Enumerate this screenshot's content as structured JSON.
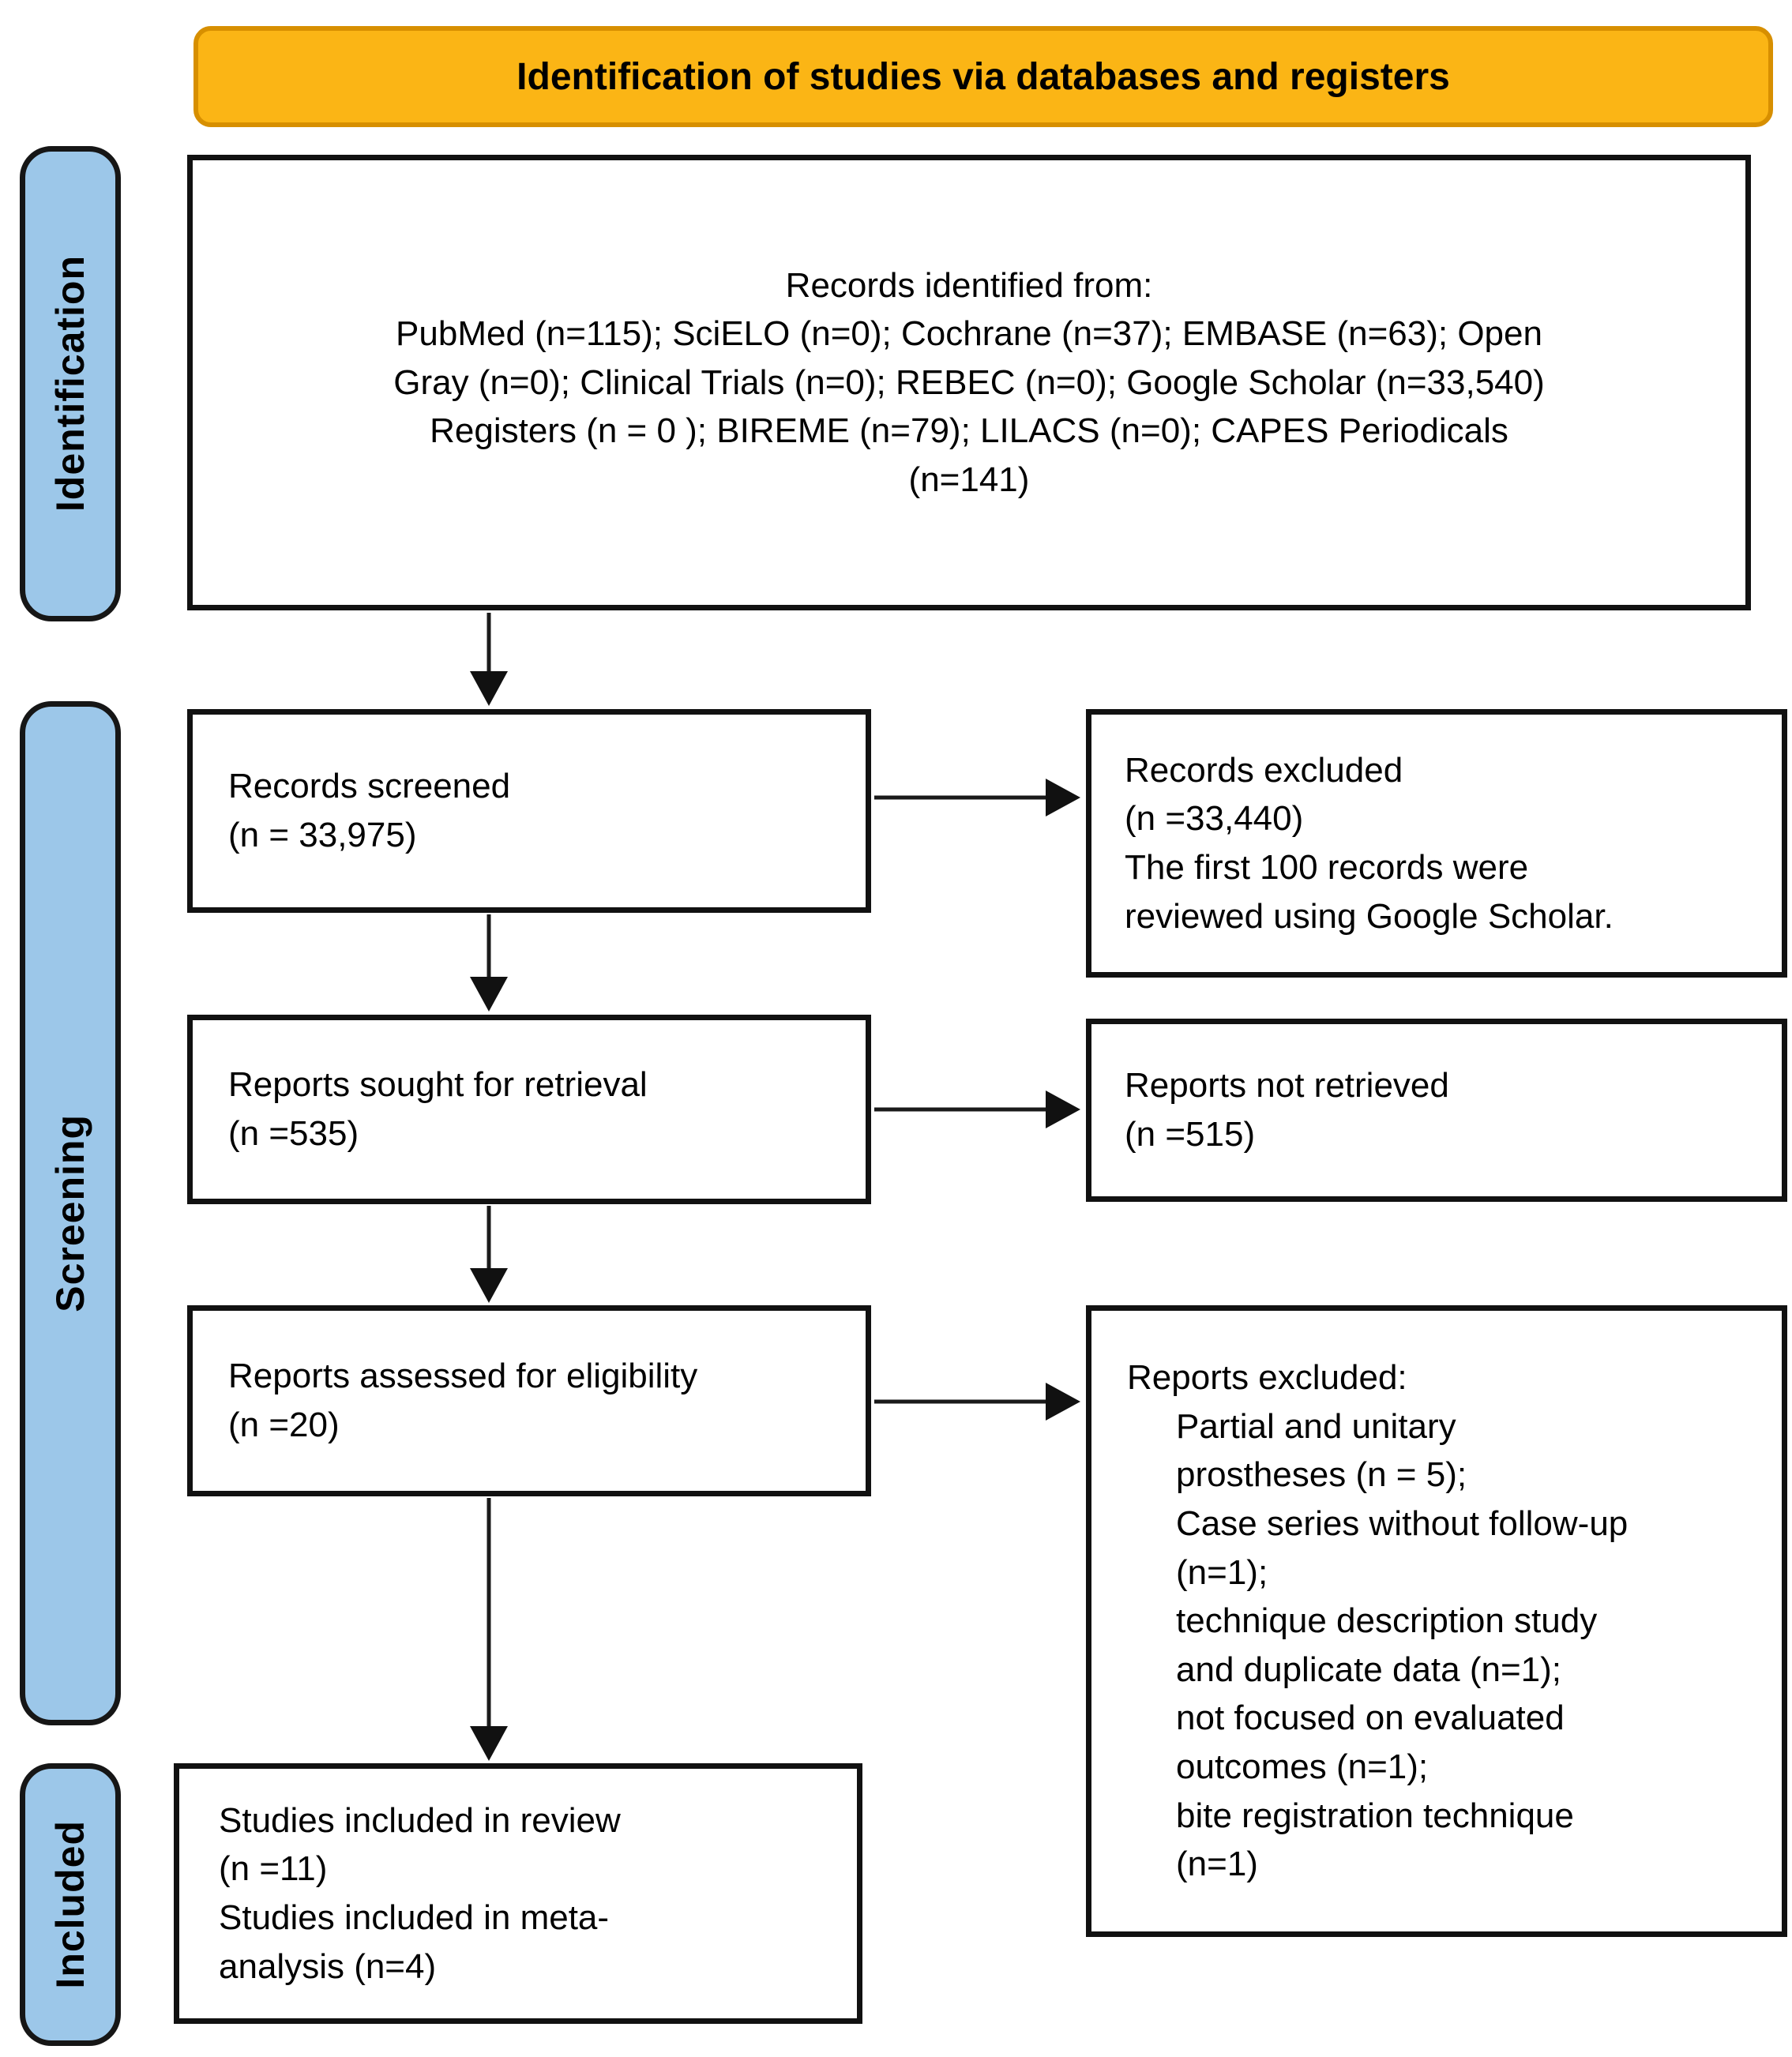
{
  "banner": {
    "title": "Identification of studies via databases and registers",
    "bg_color": "#FBB515",
    "border_color": "#D78F00"
  },
  "sidebar": {
    "bg_color": "#9CC7E9",
    "items": [
      {
        "label": "Identification"
      },
      {
        "label": "Screening"
      },
      {
        "label": "Included"
      }
    ]
  },
  "boxes": {
    "records_identified": {
      "text": "Records identified from:\nPubMed (n=115); SciELO (n=0); Cochrane (n=37); EMBASE (n=63); Open\nGray (n=0); Clinical Trials (n=0); REBEC (n=0); Google Scholar (n=33,540)\nRegisters (n = 0 ); BIREME (n=79); LILACS (n=0); CAPES Periodicals\n(n=141)"
    },
    "records_screened": {
      "text": "Records screened\n(n = 33,975)"
    },
    "records_excluded": {
      "text": "Records excluded\n(n =33,440)\nThe first 100 records were\nreviewed using Google Scholar."
    },
    "reports_sought": {
      "text": "Reports sought for retrieval\n(n =535)"
    },
    "reports_not_retrieved": {
      "text": "Reports not retrieved\n(n =515)"
    },
    "reports_assessed": {
      "text": "Reports assessed for eligibility\n(n =20)"
    },
    "reports_excluded": {
      "title": "Reports excluded:",
      "items": [
        "Partial and unitary\nprostheses (n = 5);",
        "Case series without follow-up\n(n=1);",
        "technique description study\nand duplicate data (n=1);",
        "not focused on evaluated\noutcomes (n=1);",
        "bite registration technique\n(n=1)"
      ]
    },
    "studies_included": {
      "text": "Studies included in review\n(n =11)\nStudies included in meta-\nanalysis (n=4)"
    }
  }
}
